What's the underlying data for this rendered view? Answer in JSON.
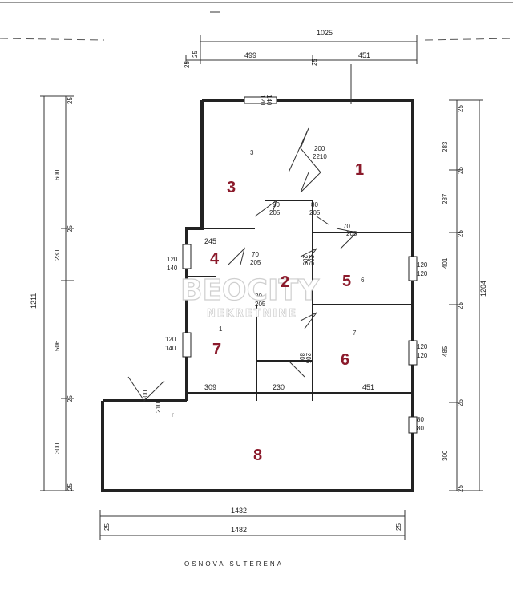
{
  "caption": "OSNOVA SUTERENA",
  "watermark": {
    "main": "BEOCITY",
    "sub": "NEKRETNINE"
  },
  "rooms": [
    {
      "label": "1"
    },
    {
      "label": "2"
    },
    {
      "label": "3"
    },
    {
      "label": "4"
    },
    {
      "label": "5"
    },
    {
      "label": "6"
    },
    {
      "label": "7"
    },
    {
      "label": "8"
    }
  ],
  "small_numbers": {
    "r3": "3",
    "r5": "6",
    "r6": "7",
    "r7": "1",
    "r_door": "r"
  },
  "dimensions": {
    "top_total": "1025",
    "top_left": "499",
    "top_right": "451",
    "top_edge_a": "25",
    "top_edge_b": "25",
    "top_mid": "25",
    "left_total": "1211",
    "left_600": "600",
    "left_25a": "25",
    "left_230": "230",
    "left_25b": "25",
    "left_506": "506",
    "left_25c": "25",
    "left_300": "300",
    "left_25d": "25",
    "right_total": "1204",
    "right_283": "283",
    "right_287": "287",
    "right_401": "401",
    "right_485": "485",
    "right_300": "300",
    "right_25a": "25",
    "right_25b": "25",
    "right_25c": "25",
    "right_25d": "25",
    "right_25e": "25",
    "right_25f": "25",
    "bottom_1432": "1432",
    "bottom_1482": "1482",
    "bottom_25a": "25",
    "bottom_25b": "25",
    "r4_width": "245",
    "r7_width": "309",
    "mid_230": "230",
    "r6_width": "451",
    "win_top": "120",
    "win_top2": "140",
    "win_left_a": "120",
    "win_left_b": "140",
    "win_left_c": "120",
    "win_left_d": "140",
    "win_right_a": "120",
    "win_right_b": "120",
    "win_right_c": "120",
    "win_right_d": "120",
    "win_r8_a": "80",
    "win_r8_b": "80",
    "door1_a": "200",
    "door1_b": "2210",
    "door2_a": "80",
    "door2_b": "205",
    "door3_a": "80",
    "door3_b": "205",
    "door4_a": "70",
    "door4_b": "205",
    "door5_a": "70",
    "door5_b": "205",
    "door6_a": "80",
    "door6_b": "205",
    "door7_a": "80",
    "door7_b": "205",
    "door8_a": "200",
    "door8_b": "210",
    "stair_a": "205",
    "stair_b": "205"
  }
}
